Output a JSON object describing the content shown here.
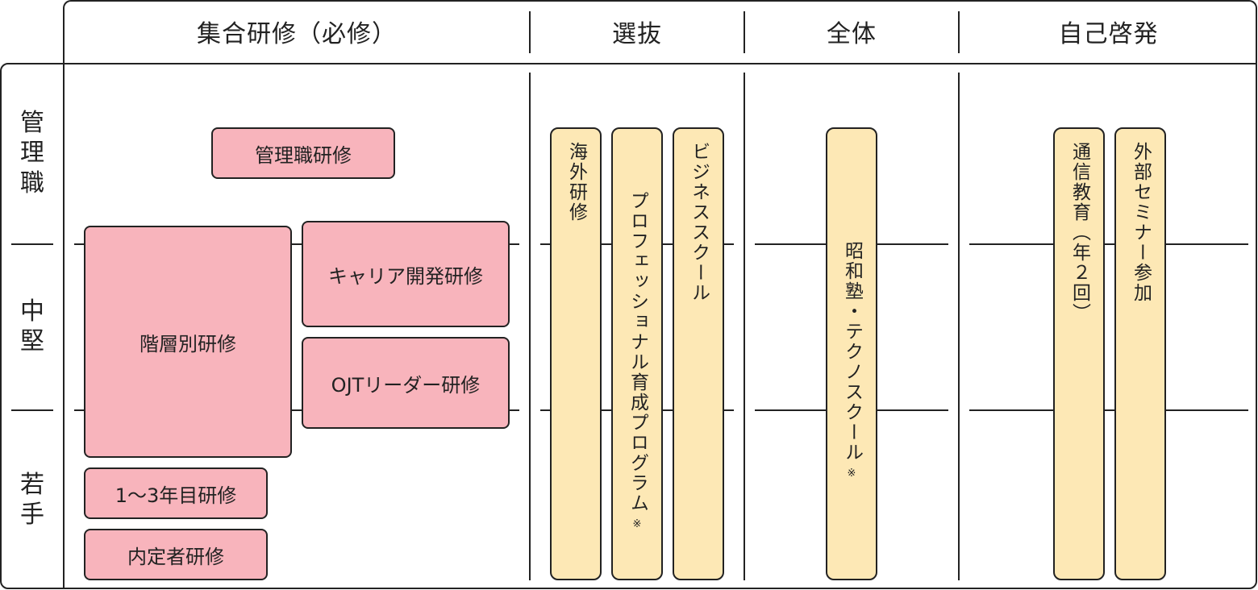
{
  "columns": [
    "集合研修（必修）",
    "選抜",
    "全体",
    "自己啓発"
  ],
  "levels": {
    "manager": [
      "管",
      "理",
      "職"
    ],
    "mid": [
      "中",
      "堅"
    ],
    "junior": [
      "若",
      "手"
    ]
  },
  "group_training": {
    "manager": "管理職研修",
    "career": "キャリア開発研修",
    "tiered": "階層別研修",
    "ojt": "OJTリーダー研修",
    "years13": "1〜3年目研修",
    "naitei": "内定者研修"
  },
  "selection": {
    "overseas": "海外研修",
    "professional": "プロフェッショナル育成プログラム",
    "business": "ビジネススクール",
    "note": "※"
  },
  "whole": {
    "showa": "昭和塾・テクノスクール",
    "note": "※"
  },
  "self": {
    "correspondence": "通信教育（年２回）",
    "seminar": "外部セミナー参加"
  },
  "colors": {
    "pink": "#f8b4bc",
    "yellow": "#fde8b5",
    "line": "#222222"
  }
}
